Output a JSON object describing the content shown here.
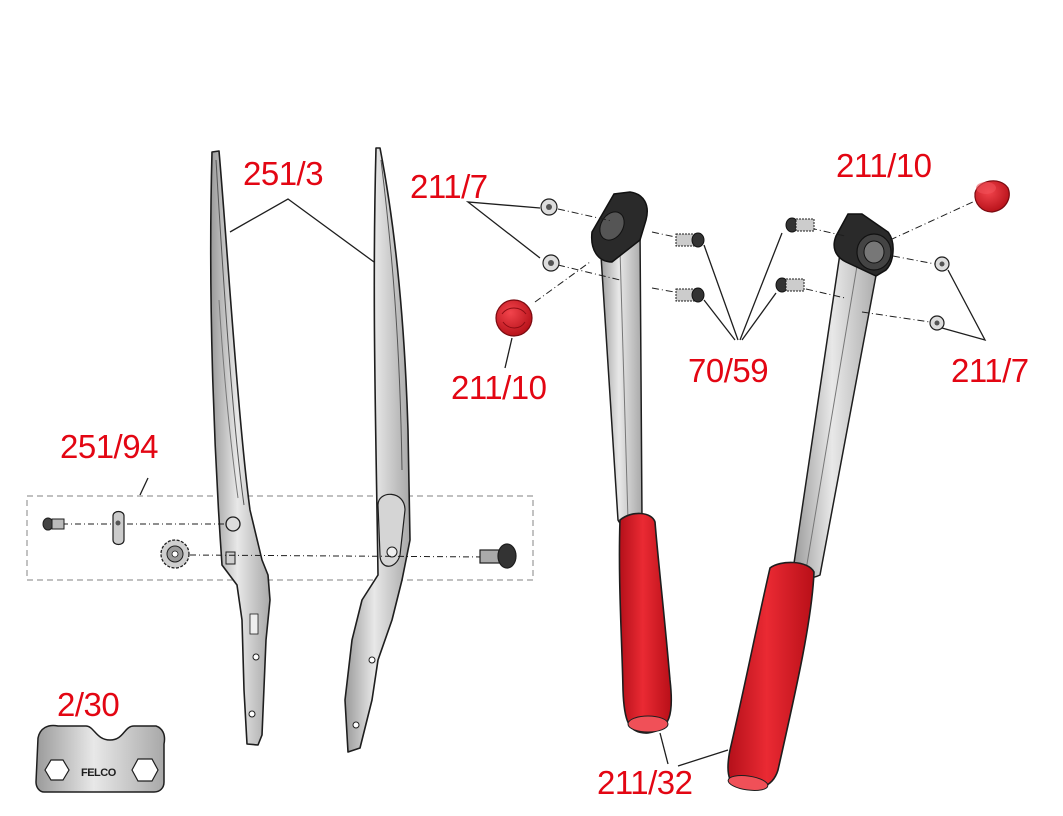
{
  "colors": {
    "label": "#e30613",
    "handle_grip": "#e3202a",
    "outline": "#1e1e1e",
    "metal_light": "#e4e4e4",
    "metal_mid": "#bdbdbd",
    "metal_dark": "#8d8d8d"
  },
  "labels": {
    "blade": "251/3",
    "nut_left": "211/7",
    "cap_left": "211/10",
    "cap_right": "211/10",
    "screws": "70/59",
    "nut_right": "211/7",
    "bolt_kit": "251/94",
    "key": "2/30",
    "handles": "211/32"
  },
  "key_brand": "FELCO",
  "icons": [
    "blade-icon",
    "nut-icon",
    "screw-icon",
    "end-cap-icon",
    "handle-icon",
    "bolt-icon",
    "washer-icon",
    "wrench-key-icon"
  ]
}
